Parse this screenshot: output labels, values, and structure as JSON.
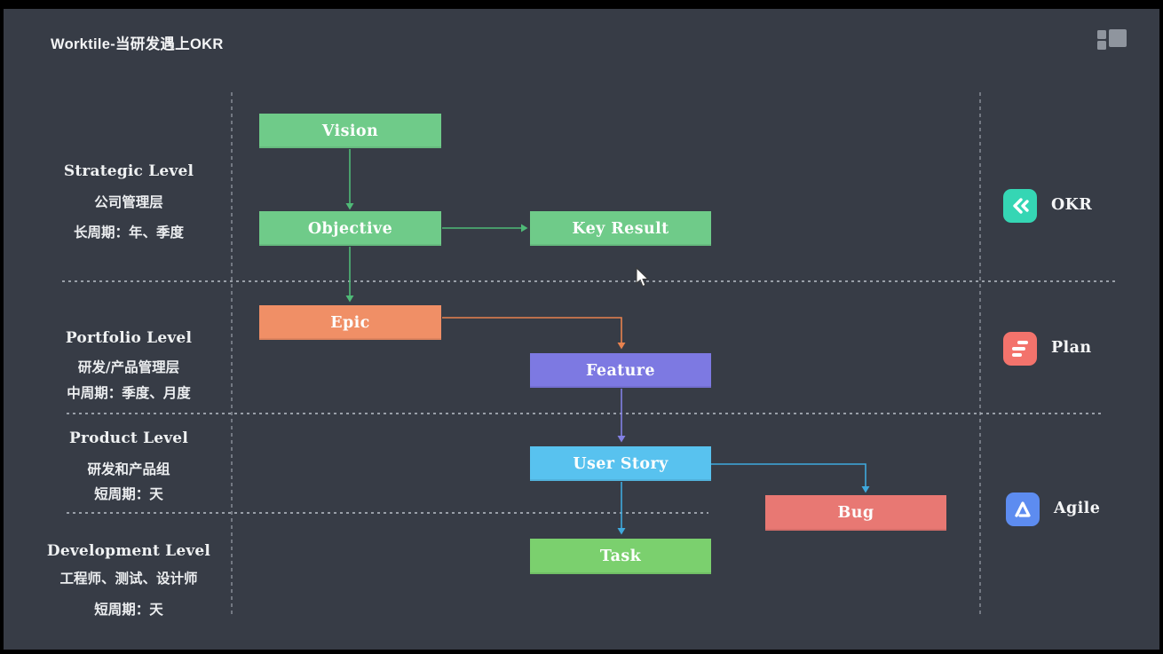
{
  "title": "Worktile-当研发遇上OKR",
  "logo": {
    "name": "worktile-grid-logo"
  },
  "levels": [
    {
      "name": "Strategic Level",
      "role": "公司管理层",
      "cycle": "长周期：年、季度"
    },
    {
      "name": "Portfolio Level",
      "role": "研发/产品管理层",
      "cycle": "中周期：季度、月度"
    },
    {
      "name": "Product Level",
      "role": "研发和产品组",
      "cycle": "短周期：天"
    },
    {
      "name": "Development Level",
      "role": "工程师、测试、设计师",
      "cycle": "短周期：天"
    }
  ],
  "nodes": {
    "vision": "Vision",
    "objective": "Objective",
    "key_result": "Key Result",
    "epic": "Epic",
    "feature": "Feature",
    "user_story": "User Story",
    "bug": "Bug",
    "task": "Task"
  },
  "edges": [
    {
      "from": "vision",
      "to": "objective"
    },
    {
      "from": "objective",
      "to": "key_result"
    },
    {
      "from": "objective",
      "to": "epic"
    },
    {
      "from": "epic",
      "to": "feature"
    },
    {
      "from": "feature",
      "to": "user_story"
    },
    {
      "from": "user_story",
      "to": "bug"
    },
    {
      "from": "user_story",
      "to": "task"
    }
  ],
  "tools": [
    {
      "label": "OKR",
      "icon": "okr-chevrons-icon"
    },
    {
      "label": "Plan",
      "icon": "plan-list-icon"
    },
    {
      "label": "Agile",
      "icon": "agile-mountain-icon"
    }
  ],
  "colors": {
    "frame": "#000000",
    "slide_bg": "#373c46",
    "node_green": "#6fcb89",
    "node_green_bright": "#7bd06e",
    "node_orange": "#f08f66",
    "node_purple": "#7d79e2",
    "node_blue": "#58c2ef",
    "node_red": "#e87873",
    "arrow_green": "#4fba77",
    "arrow_orange": "#e8824f",
    "arrow_purple": "#8280e4",
    "arrow_blue": "#3fa9dd",
    "okr_teal": "#35d6b4",
    "plan_red": "#f3736c",
    "agile_blue": "#5d8cf0",
    "logo_gray": "#8f959e",
    "text": "#f2f3f4"
  }
}
